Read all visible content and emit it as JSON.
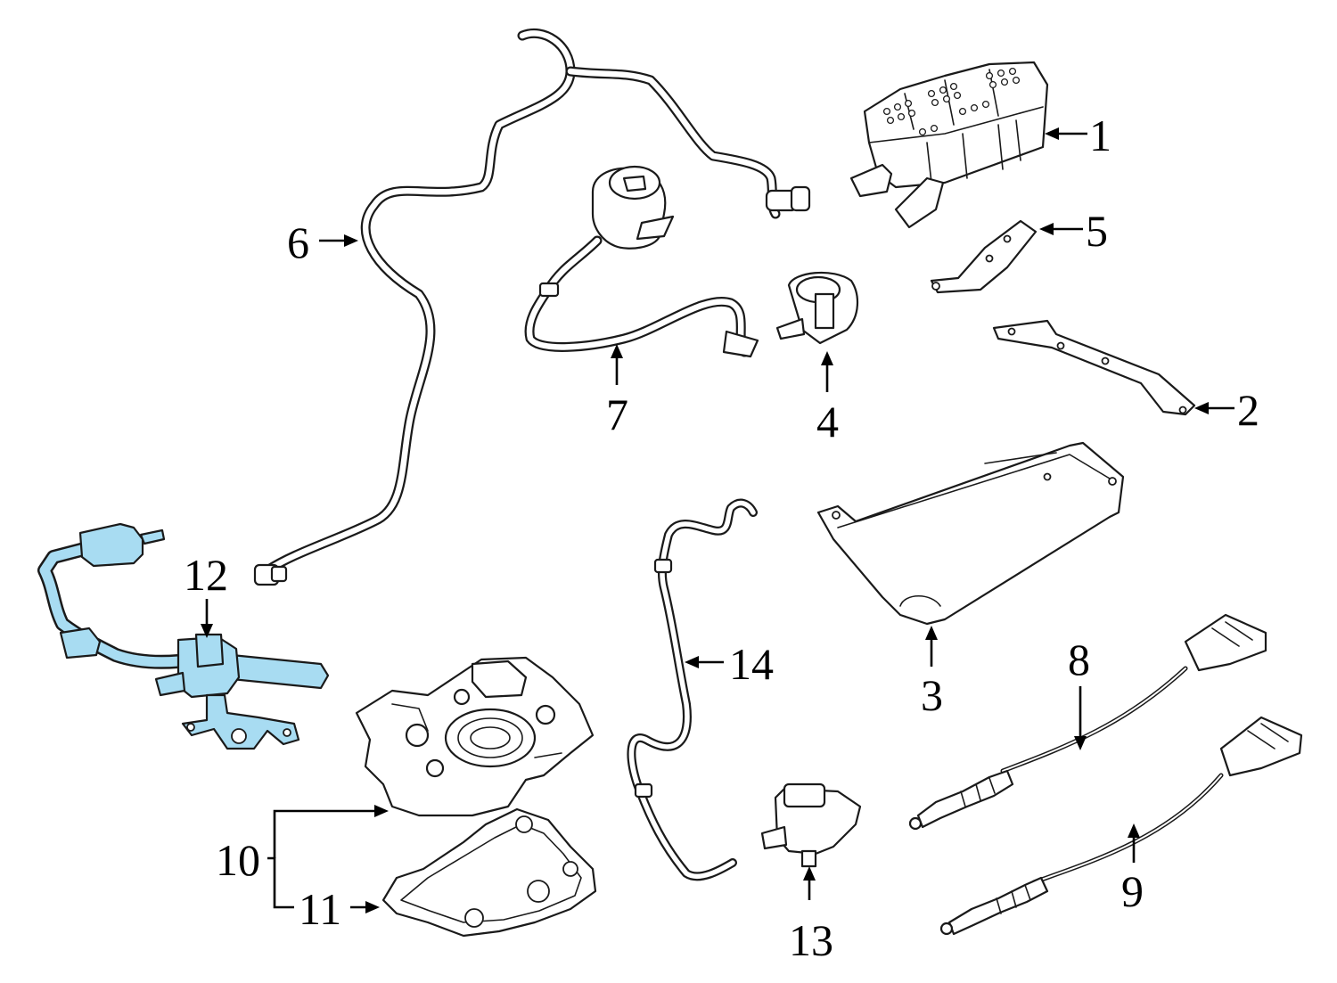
{
  "highlight_color": "#a8dcf2",
  "callouts": {
    "c1": "1",
    "c2": "2",
    "c3": "3",
    "c4": "4",
    "c5": "5",
    "c6": "6",
    "c7": "7",
    "c8": "8",
    "c9": "9",
    "c10": "10",
    "c11": "11",
    "c12": "12",
    "c13": "13",
    "c14": "14"
  },
  "highlighted_part": "12"
}
